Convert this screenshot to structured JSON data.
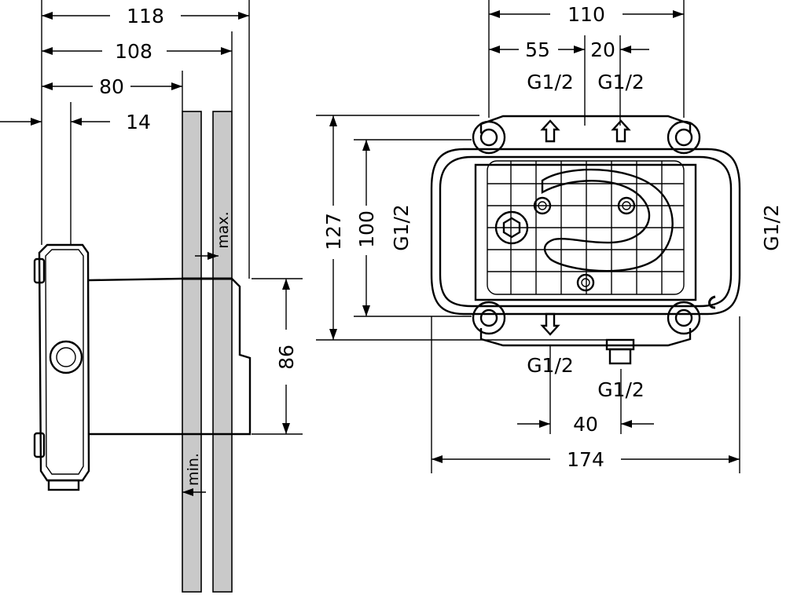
{
  "side_view": {
    "dim_118": "118",
    "dim_108": "108",
    "dim_80": "80",
    "dim_14": "14",
    "dim_86": "86",
    "label_max": "max.",
    "label_min": "min."
  },
  "front_view": {
    "dim_110": "110",
    "dim_55": "55",
    "dim_20": "20",
    "top_left_thread": "G1/2",
    "top_right_thread": "G1/2",
    "dim_127": "127",
    "dim_100": "100",
    "left_thread": "G1/2",
    "right_thread": "G1/2",
    "bottom_left_thread": "G1/2",
    "bottom_right_thread": "G1/2",
    "dim_40": "40",
    "dim_174": "174"
  },
  "colors": {
    "line": "#000000",
    "wall_fill": "#c9c9c9",
    "background": "#ffffff"
  }
}
